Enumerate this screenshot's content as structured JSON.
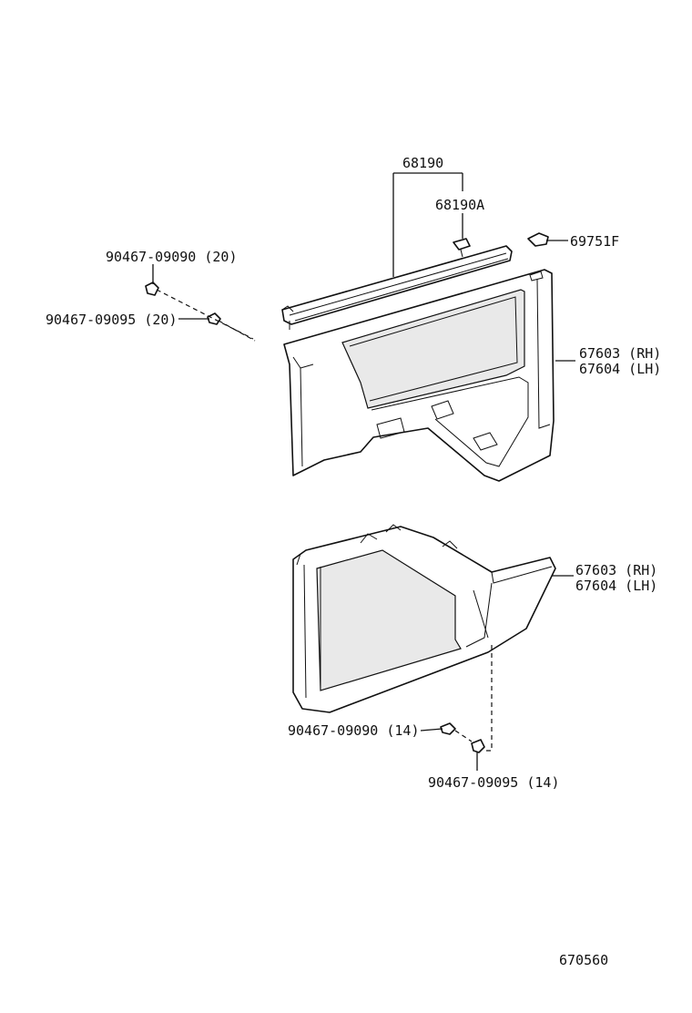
{
  "labels": {
    "molding": "68190",
    "molding_clip": "68190A",
    "cover": "69751F",
    "upper_trim_rh": "67603 (RH)",
    "upper_trim_lh": "67604 (LH)",
    "lower_trim_rh": "67603 (RH)",
    "lower_trim_lh": "67604 (LH)",
    "upper_clip_a": "90467-09090 (20)",
    "upper_clip_b": "90467-09095 (20)",
    "lower_clip_a": "90467-09090 (14)",
    "lower_clip_b": "90467-09095 (14)",
    "diagram_code": "670560"
  }
}
